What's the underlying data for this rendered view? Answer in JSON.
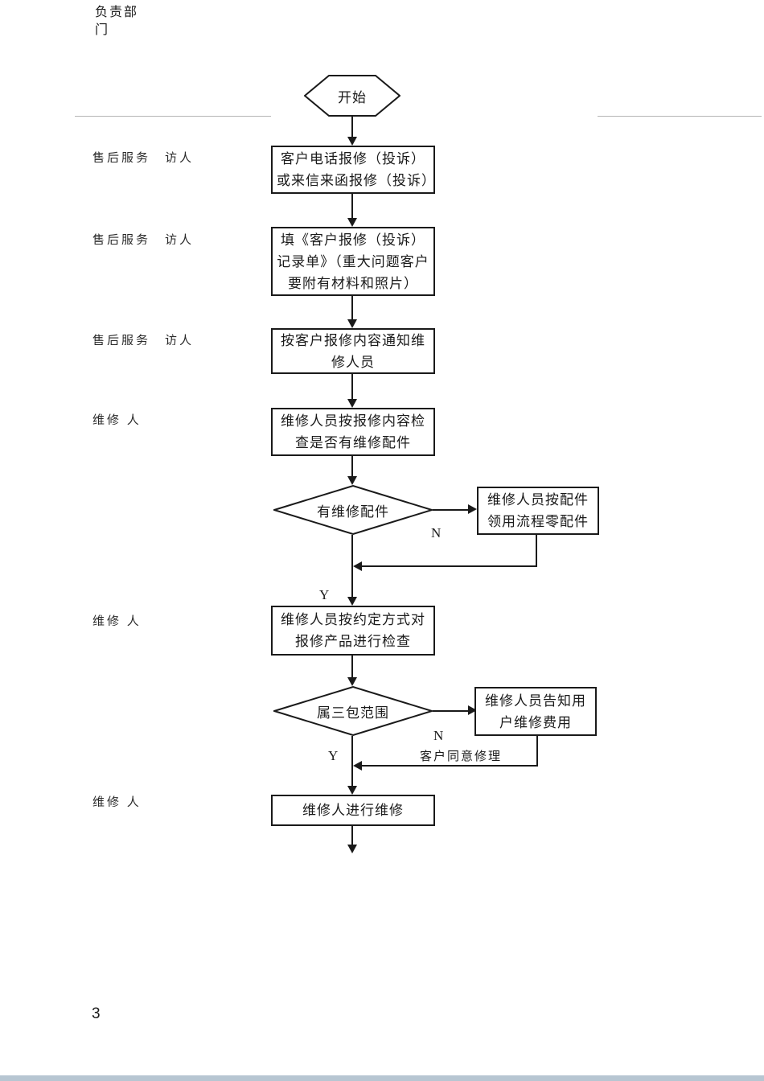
{
  "colors": {
    "flow_line": "#1a1a1a",
    "separator_gray": "#b4b4b4",
    "bottom_strip": "#b7c6d2",
    "text": "#1a1a1a"
  },
  "header": {
    "responsible_dept_label": "负责部门"
  },
  "lanes": [
    {
      "label": "售后服务　访人"
    },
    {
      "label": "售后服务　访人"
    },
    {
      "label": "售后服务　访人"
    },
    {
      "label": "维修 人"
    },
    {
      "label": "维修 人"
    },
    {
      "label": "维修 人"
    }
  ],
  "flowchart": {
    "start_label": "开始",
    "steps": [
      {
        "text": "客户电话报修（投诉）或来信来函报修（投诉）"
      },
      {
        "text": "填《客户报修（投诉）记录单》（重大问题客户要附有材料和照片）"
      },
      {
        "text": "按客户报修内容通知维修人员"
      },
      {
        "text": "维修人员按报修内容检查是否有维修配件"
      },
      {
        "text": "维修人员按约定方式对报修产品进行检查"
      },
      {
        "text": "维修人进行维修"
      }
    ],
    "decisions": [
      {
        "text": "有维修配件",
        "no_label": "N",
        "yes_label": "Y",
        "side_box_text": "维修人员按配件领用流程零配件"
      },
      {
        "text": "属三包范围",
        "no_label": "N",
        "yes_label": "Y",
        "side_box_text": "维修人员告知用户维修费用",
        "return_label": "客户同意修理"
      }
    ]
  },
  "footer": {
    "page_number": "3"
  }
}
